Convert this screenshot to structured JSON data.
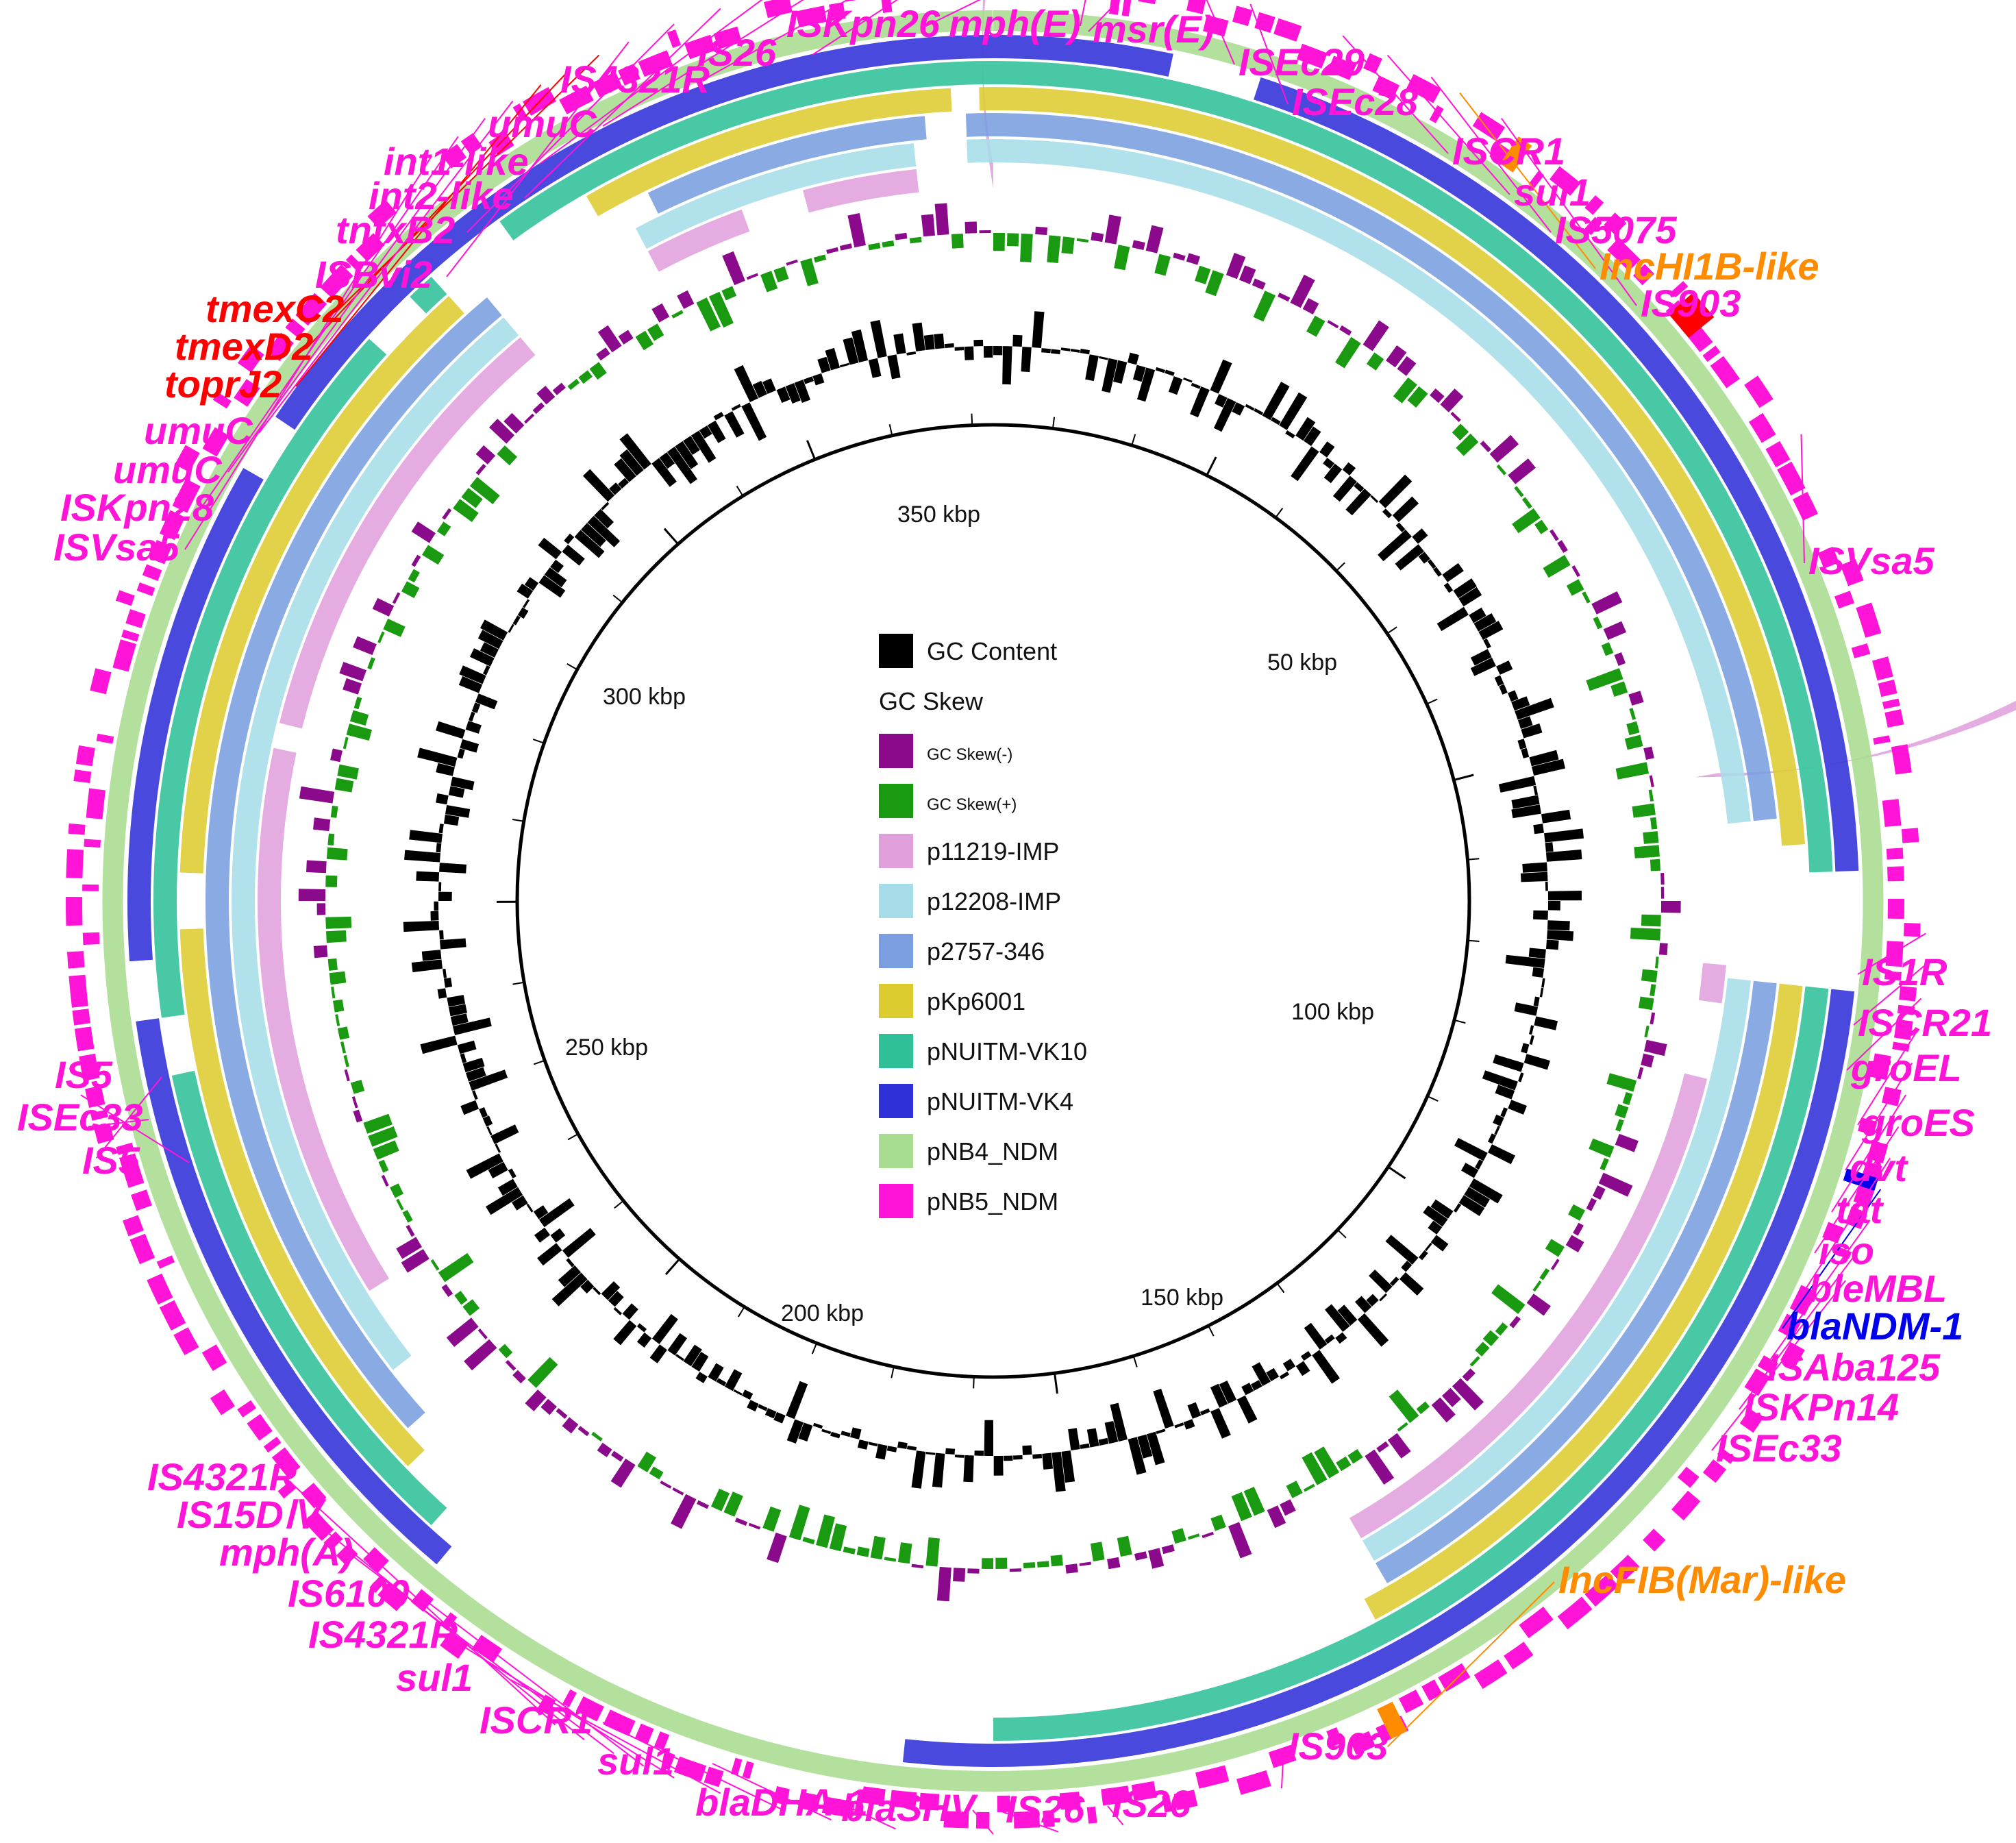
{
  "figure": {
    "scale_labels": [
      "350 kbp",
      "50 kbp",
      "300 kbp",
      "100 kbp",
      "250 kbp",
      "150 kbp",
      "200 kbp"
    ],
    "legend": [
      {
        "label": "GC Content",
        "color": "#000000",
        "size": "large"
      },
      {
        "label": "GC Skew",
        "color": null,
        "size": "large"
      },
      {
        "label": "GC Skew(-)",
        "color": "#8b0a8b",
        "size": "small"
      },
      {
        "label": "GC Skew(+)",
        "color": "#1a9a10",
        "size": "small"
      },
      {
        "label": "p11219-IMP",
        "color": "#e0a0dc",
        "size": "large"
      },
      {
        "label": "p12208-IMP",
        "color": "#a6dde8",
        "size": "large"
      },
      {
        "label": "p2757-346",
        "color": "#7a9ee0",
        "size": "large"
      },
      {
        "label": "pKp6001",
        "color": "#ddcc30",
        "size": "large"
      },
      {
        "label": "pNUITM-VK10",
        "color": "#30c098",
        "size": "large"
      },
      {
        "label": "pNUITM-VK4",
        "color": "#3030d8",
        "size": "large"
      },
      {
        "label": "pNB4_NDM",
        "color": "#a8dc90",
        "size": "large"
      },
      {
        "label": "pNB5_NDM",
        "color": "#ff14d8",
        "size": "large"
      }
    ],
    "colors": {
      "gene_label": "#ff14d8",
      "resistance_efflux": "#ff0000",
      "replicon": "#ff8c00",
      "carbapenemase": "#0000ee"
    },
    "gene_labels": [
      {
        "text": "ISKpn26",
        "color": "magenta"
      },
      {
        "text": "mph(E)",
        "color": "magenta"
      },
      {
        "text": "msr(E)",
        "color": "magenta"
      },
      {
        "text": "IS26",
        "color": "magenta"
      },
      {
        "text": "ISEc29",
        "color": "magenta"
      },
      {
        "text": "IS4321R",
        "color": "magenta"
      },
      {
        "text": "ISEc28",
        "color": "magenta"
      },
      {
        "text": "umuC",
        "color": "magenta"
      },
      {
        "text": "ISCR1",
        "color": "magenta"
      },
      {
        "text": "int1-like",
        "color": "magenta"
      },
      {
        "text": "sul1",
        "color": "magenta"
      },
      {
        "text": "int2-like",
        "color": "magenta"
      },
      {
        "text": "IS5075",
        "color": "magenta"
      },
      {
        "text": "tnfxB2",
        "color": "magenta"
      },
      {
        "text": "IncHI1B-like",
        "color": "orange"
      },
      {
        "text": "ISBvi2",
        "color": "magenta"
      },
      {
        "text": "IS903",
        "color": "magenta"
      },
      {
        "text": "tmexC2",
        "color": "red"
      },
      {
        "text": "tmexD2",
        "color": "red"
      },
      {
        "text": "toprJ2",
        "color": "red"
      },
      {
        "text": "umuC",
        "color": "magenta"
      },
      {
        "text": "umuC",
        "color": "magenta"
      },
      {
        "text": "ISKpn28",
        "color": "magenta"
      },
      {
        "text": "ISVsa5",
        "color": "magenta"
      },
      {
        "text": "ISVsa5",
        "color": "magenta"
      },
      {
        "text": "IS1R",
        "color": "magenta"
      },
      {
        "text": "ISCR21",
        "color": "magenta"
      },
      {
        "text": "groEL",
        "color": "magenta"
      },
      {
        "text": "groES",
        "color": "magenta"
      },
      {
        "text": "dvt",
        "color": "magenta"
      },
      {
        "text": "tat",
        "color": "magenta"
      },
      {
        "text": "iso",
        "color": "magenta"
      },
      {
        "text": "bleMBL",
        "color": "magenta"
      },
      {
        "text": "blaNDM-1",
        "color": "blue"
      },
      {
        "text": "ISAba125",
        "color": "magenta"
      },
      {
        "text": "ISKPn14",
        "color": "magenta"
      },
      {
        "text": "ISEc33",
        "color": "magenta"
      },
      {
        "text": "IS5",
        "color": "magenta"
      },
      {
        "text": "ISEc33",
        "color": "magenta"
      },
      {
        "text": "IS5",
        "color": "magenta"
      },
      {
        "text": "IncFIB(Mar)-like",
        "color": "orange"
      },
      {
        "text": "IS4321R",
        "color": "magenta"
      },
      {
        "text": "IS15DⅣ",
        "color": "magenta"
      },
      {
        "text": "mph(A)",
        "color": "magenta"
      },
      {
        "text": "IS6100",
        "color": "magenta"
      },
      {
        "text": "IS4321R",
        "color": "magenta"
      },
      {
        "text": "sul1",
        "color": "magenta"
      },
      {
        "text": "ISCR1",
        "color": "magenta"
      },
      {
        "text": "sul1",
        "color": "magenta"
      },
      {
        "text": "blaDHA-1",
        "color": "magenta"
      },
      {
        "text": "blaSHV",
        "color": "magenta"
      },
      {
        "text": "IS26",
        "color": "magenta"
      },
      {
        "text": "IS26",
        "color": "magenta"
      },
      {
        "text": "IS903",
        "color": "magenta"
      }
    ]
  }
}
